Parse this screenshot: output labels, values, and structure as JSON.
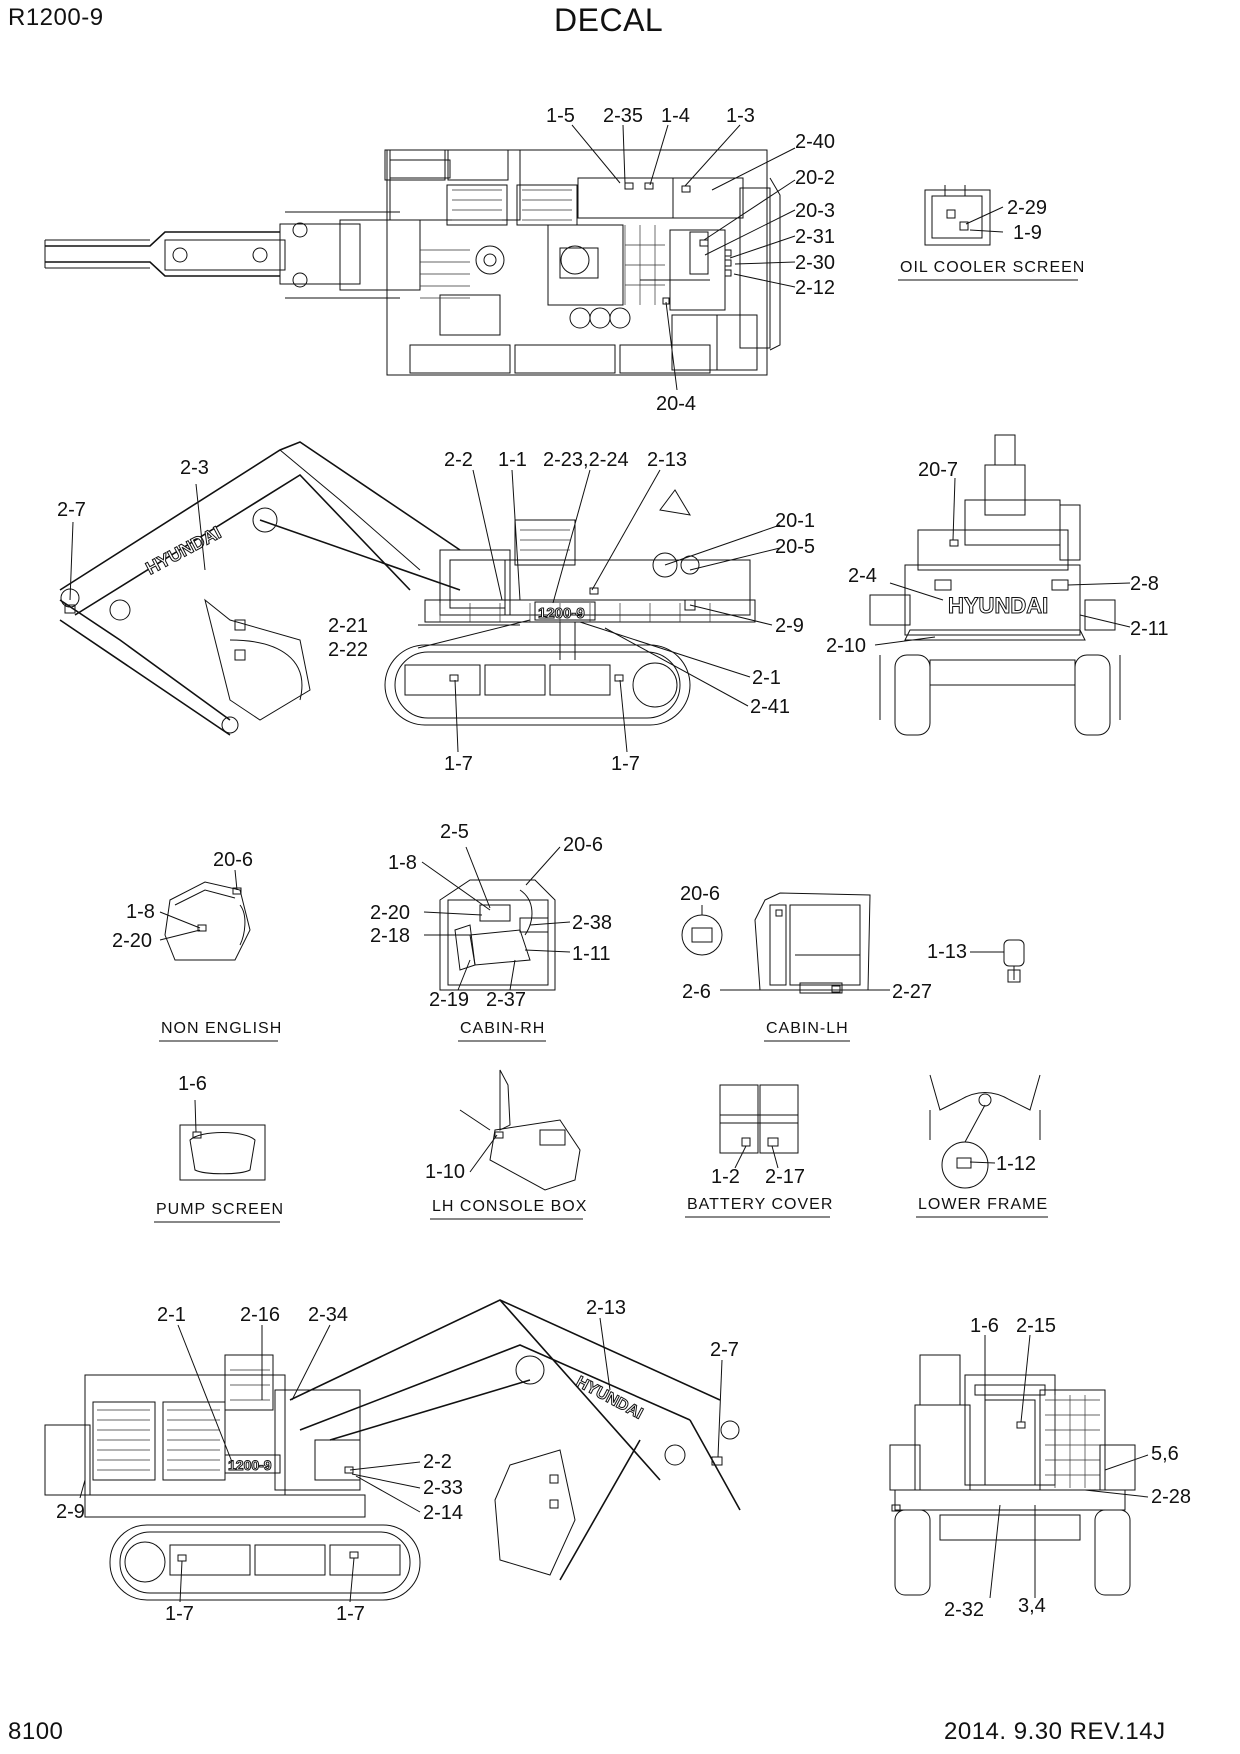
{
  "header": {
    "model": "R1200-9",
    "title": "DECAL"
  },
  "footer": {
    "page": "8100",
    "revision": "2014. 9.30  REV.14J"
  },
  "brand": {
    "logo": "HYUNDAI",
    "model_badge": "1200-9"
  },
  "captions": {
    "oil_cooler": "OIL COOLER SCREEN",
    "non_english": "NON ENGLISH",
    "cabin_rh": "CABIN-RH",
    "cabin_lh": "CABIN-LH",
    "pump": "PUMP SCREEN",
    "console": "LH CONSOLE BOX",
    "battery": "BATTERY COVER",
    "lower_frame": "LOWER FRAME"
  },
  "callouts": {
    "top": [
      "1-5",
      "2-35",
      "1-4",
      "1-3",
      "2-40",
      "20-2",
      "20-3",
      "2-31",
      "2-30",
      "2-12",
      "20-4"
    ],
    "oil": [
      "2-29",
      "1-9"
    ],
    "side": [
      "2-3",
      "2-7",
      "2-2",
      "1-1",
      "2-23,2-24",
      "2-13",
      "20-1",
      "20-5",
      "2-21",
      "2-22",
      "2-9",
      "2-1",
      "2-41",
      "1-7",
      "1-7"
    ],
    "rear": [
      "20-7",
      "2-4",
      "2-8",
      "2-10",
      "2-11"
    ],
    "non_english": [
      "20-6",
      "1-8",
      "2-20"
    ],
    "cabin_rh": [
      "2-5",
      "20-6",
      "1-8",
      "2-20",
      "2-18",
      "2-38",
      "1-11",
      "2-19",
      "2-37"
    ],
    "cabin_lh": [
      "20-6",
      "2-6",
      "2-27"
    ],
    "misc": [
      "1-13"
    ],
    "pump": [
      "1-6"
    ],
    "console": [
      "1-10"
    ],
    "battery": [
      "1-2",
      "2-17"
    ],
    "lower_frame": [
      "1-12"
    ],
    "bottom_side": [
      "2-1",
      "2-16",
      "2-34",
      "2-13",
      "2-7",
      "2-2",
      "2-33",
      "2-14",
      "2-9",
      "1-7",
      "1-7"
    ],
    "front": [
      "1-6",
      "2-15",
      "5,6",
      "2-28",
      "2-32",
      "3,4"
    ]
  }
}
